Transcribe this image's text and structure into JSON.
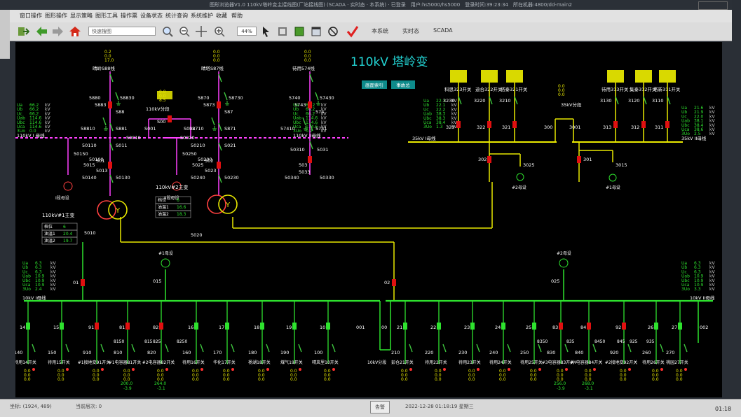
{
  "window": {
    "title": "图形浏览器V1.0 110kV塔岭变主接线图(厂站接线图) (SCADA · 实时态 · 本系统) · 已登录　用户:hs5000/hs5000　登录时间:39:23:34　所在机器:4800/dd-main2"
  },
  "menu": [
    "窗口操作",
    "图形操作",
    "显示策略",
    "图形工具",
    "操作票",
    "设备状态",
    "统计查询",
    "系统维护",
    "收藏",
    "帮助"
  ],
  "toolbar": {
    "search_placeholder": "快速搜图",
    "zoom": "44%",
    "dropdowns": [
      "本系统",
      "实时态",
      "SCADA"
    ]
  },
  "diagram": {
    "title": "110kV 塔岭变",
    "buttons": [
      "画面索引",
      "事故总"
    ],
    "lines_110": [
      {
        "name": "晴岭S88线",
        "vals": [
          "0.2",
          "0.0",
          "17.0"
        ]
      },
      {
        "name": "晴塔S87线",
        "vals": [
          "0.0",
          "0.0",
          "0.0"
        ]
      },
      {
        "name": "待用574线",
        "vals": [
          "0.0",
          "0.0",
          "0.0"
        ]
      }
    ],
    "sw_110": {
      "a": "5880",
      "b": "58830",
      "c": "5883",
      "d": "S88",
      "e": "58810",
      "f": "S881",
      "g": "5870",
      "h": "58730",
      "i": "5873",
      "j": "S87",
      "k": "58710",
      "l": "S871",
      "m": "5740",
      "n": "57430",
      "o": "5743",
      "p": "574",
      "q": "57410",
      "r": "5741"
    },
    "fen_110": {
      "name": "110kV分段",
      "vals": [
        "0.0",
        "0.0",
        "8.5"
      ],
      "s1": "S001",
      "s2": "S00",
      "s3": "S002",
      "s4": "S0010",
      "s5": "S0020"
    },
    "bus1_110": {
      "name": "110kV I 母线",
      "labels": [
        "Ua",
        "Ub",
        "Uc",
        "Uab",
        "Ubc",
        "Uca",
        "3Uo"
      ],
      "vals": [
        "66.2",
        "66.2",
        "66.2",
        "114.6",
        "114.6",
        "114.6",
        "0.0"
      ],
      "unit": "kV"
    },
    "bus2_110": {
      "name": "110kV II母线",
      "labels": [
        "Ua",
        "Ub",
        "Uc",
        "Uab",
        "Ubc",
        "Uca",
        "3Uo"
      ],
      "vals": [
        "66.2",
        "66.2",
        "66.2",
        "114.6",
        "114.6",
        "114.6",
        "0.2"
      ],
      "unit": "kV"
    },
    "bay1": {
      "a": "50150",
      "b": "50100",
      "c": "5015",
      "d": "50110",
      "e": "S011",
      "f": "501",
      "g": "5013",
      "h": "50140",
      "i": "50130",
      "pt": "I段母设"
    },
    "bay2": {
      "a": "50250",
      "b": "50200",
      "c": "5025",
      "d": "50210",
      "e": "S021",
      "f": "502",
      "g": "5023",
      "h": "50240",
      "i": "50230",
      "pt": "II段母设"
    },
    "bay3": {
      "a": "50310",
      "b": "5031",
      "c": "503",
      "d": "5033",
      "e": "50340",
      "f": "50330"
    },
    "tr1": {
      "name": "110kV#1主变",
      "rows": [
        [
          "档位",
          "6"
        ],
        [
          "油温1",
          "20.4"
        ],
        [
          "油温2",
          "19.7"
        ]
      ],
      "nsw": "5010"
    },
    "tr2": {
      "name": "110kV#2主变",
      "rows": [
        [
          "档位",
          "6"
        ],
        [
          "油温1",
          "16.6"
        ],
        [
          "油温2",
          "18.3"
        ]
      ],
      "nsw": "5020"
    },
    "bus35_1": {
      "name": "35kV I母线",
      "labels": [
        "Ua",
        "Ub",
        "Uc",
        "Uab",
        "Ubc",
        "Uca",
        "3Uo"
      ],
      "vals": [
        "22.1",
        "22.1",
        "22.2",
        "38.3",
        "38.3",
        "38.4",
        "1.3"
      ],
      "unit": "kV"
    },
    "bus35_2": {
      "name": "35kV II母线",
      "labels": [
        "Ua",
        "Ub",
        "Uc",
        "Uab",
        "Ubc",
        "Uca",
        "3Uo"
      ],
      "vals": [
        "21.6",
        "21.9",
        "22.0",
        "38.1",
        "38.4",
        "38.6",
        "2.5"
      ],
      "unit": "kV"
    },
    "feeders35": [
      {
        "name": "科思323开关",
        "no": "3230",
        "no2": "323"
      },
      {
        "name": "迪合322开关",
        "no": "3220",
        "no2": "322"
      },
      {
        "name": "塔泰321开关",
        "no": "3210",
        "no2": "321"
      },
      {
        "name": "待用313开关",
        "no": "3130",
        "no2": "313"
      },
      {
        "name": "集泰312开关",
        "no": "3120",
        "no2": "312"
      },
      {
        "name": "塔新311开关",
        "no": "3110",
        "no2": "311"
      }
    ],
    "fen35": {
      "name": "35kV分段",
      "vals": [
        "0.0",
        "0.0",
        "0.0"
      ],
      "a": "300",
      "b": "3001",
      "c": "302",
      "d": "3025",
      "e": "301",
      "f": "3015",
      "pt2": "#2母设",
      "pt1": "#1母设"
    },
    "bus10_1": {
      "name": "10kV I母线",
      "labels": [
        "Ua",
        "Ub",
        "Uc",
        "Uab",
        "Ubc",
        "Uca",
        "3Uo"
      ],
      "vals": [
        "6.3",
        "6.3",
        "6.3",
        "10.9",
        "10.9",
        "10.9",
        "2.4"
      ],
      "unit": "kV"
    },
    "bus10_2": {
      "name": "10kV II母线",
      "labels": [
        "Ua",
        "Ub",
        "Uc",
        "Uab",
        "Ubc",
        "Uca",
        "3Uo"
      ],
      "vals": [
        "6.3",
        "6.3",
        "6.3",
        "10.9",
        "10.9",
        "10.9",
        "3.3"
      ],
      "unit": "kV"
    },
    "m10": {
      "a": "01",
      "b": "02",
      "c": "015",
      "d": "025",
      "e": "#1母设",
      "f": "#2母设",
      "g": "001",
      "h": "00",
      "i": "10kV分段",
      "j": "002"
    },
    "feeders10_1": [
      {
        "no": "14",
        "no2": "140",
        "name": "待用14开关"
      },
      {
        "no": "15",
        "no2": "150",
        "name": "待用15开关"
      },
      {
        "no": "91",
        "no2": "910",
        "name": "#1接地变91开关"
      },
      {
        "no": "81",
        "no2": "810",
        "name": "#1电容器81开关"
      },
      {
        "no": "82",
        "no2": "820",
        "name": "#2电容器82开关"
      },
      {
        "no": "16",
        "no2": "160",
        "name": "待用16开关"
      },
      {
        "no": "17",
        "no2": "170",
        "name": "华化17开关"
      },
      {
        "no": "18",
        "no2": "180",
        "name": "杨湖18开关"
      },
      {
        "no": "19",
        "no2": "190",
        "name": "煤气19开关"
      },
      {
        "no": "10",
        "no2": "100",
        "name": "晴岚里10开关"
      }
    ],
    "feeders10_2": [
      {
        "no": "21",
        "no2": "210",
        "name": "彭仓21开关"
      },
      {
        "no": "22",
        "no2": "220",
        "name": "待用22开关"
      },
      {
        "no": "23",
        "no2": "230",
        "name": "待用23开关"
      },
      {
        "no": "24",
        "no2": "240",
        "name": "待用24开关"
      },
      {
        "no": "25",
        "no2": "250",
        "name": "待用25开关"
      },
      {
        "no": "83",
        "no2": "830",
        "name": "#3电容器83开关"
      },
      {
        "no": "84",
        "no2": "840",
        "name": "#4电容器84开关"
      },
      {
        "no": "92",
        "no2": "920",
        "name": "#2接地变92开关"
      },
      {
        "no": "26",
        "no2": "260",
        "name": "待用26开关"
      },
      {
        "no": "27",
        "no2": "270",
        "name": "桃园27开关"
      }
    ],
    "cap_vals": [
      "200.0",
      "-3.9",
      "264.0",
      "-3.1",
      "256.0",
      "-3.9",
      "268.0",
      "-3.1"
    ],
    "extra_sw": [
      "8150",
      "815",
      "825",
      "8250",
      "8350",
      "835",
      "8450",
      "845",
      "925",
      "935"
    ],
    "cell_vals": [
      "0.0",
      "0.0",
      "0.0"
    ]
  },
  "status": {
    "coords": "坐标: (1924, 489)",
    "selected": "当前层次: 0",
    "button": "告警",
    "datetime": "2022-12-28 01:18:19 星期三",
    "clock": "01:18"
  }
}
